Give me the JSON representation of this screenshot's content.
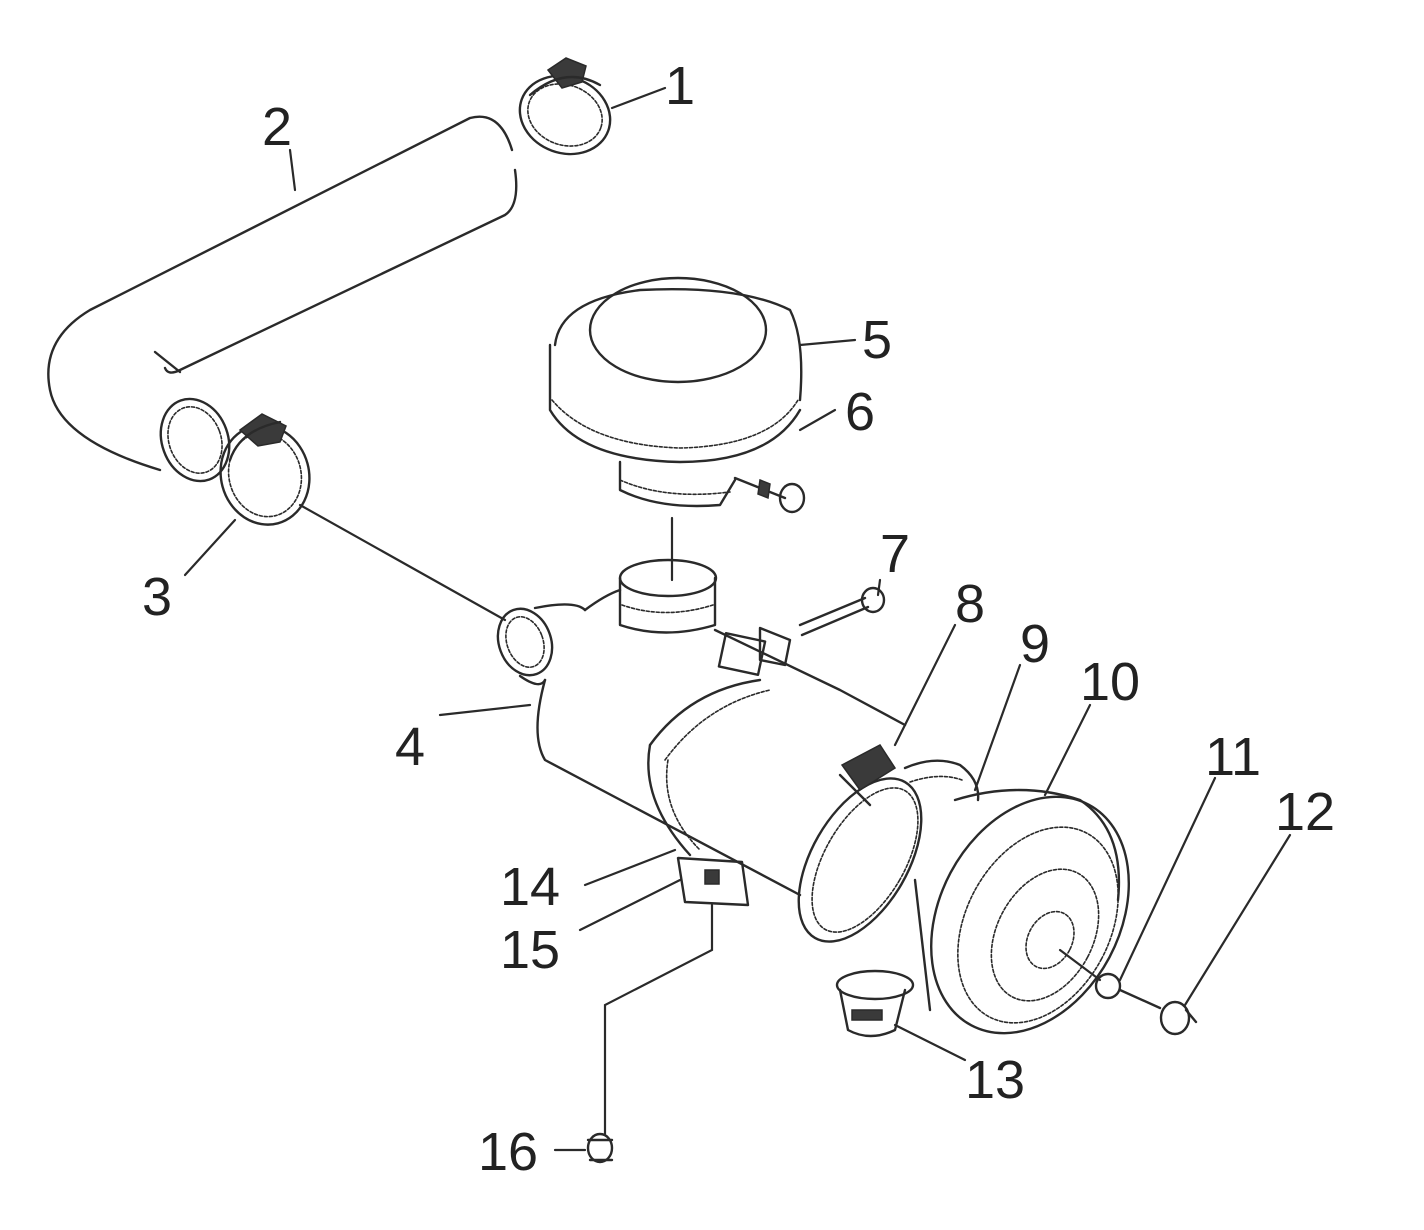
{
  "callouts": {
    "c1": "1",
    "c2": "2",
    "c3": "3",
    "c4": "4",
    "c5": "5",
    "c6": "6",
    "c7": "7",
    "c8": "8",
    "c9": "9",
    "c10": "10",
    "c11": "11",
    "c12": "12",
    "c13": "13",
    "c14": "14",
    "c15": "15",
    "c16": "16"
  },
  "colors": {
    "line": "#2a2a2a",
    "background": "#ffffff"
  }
}
